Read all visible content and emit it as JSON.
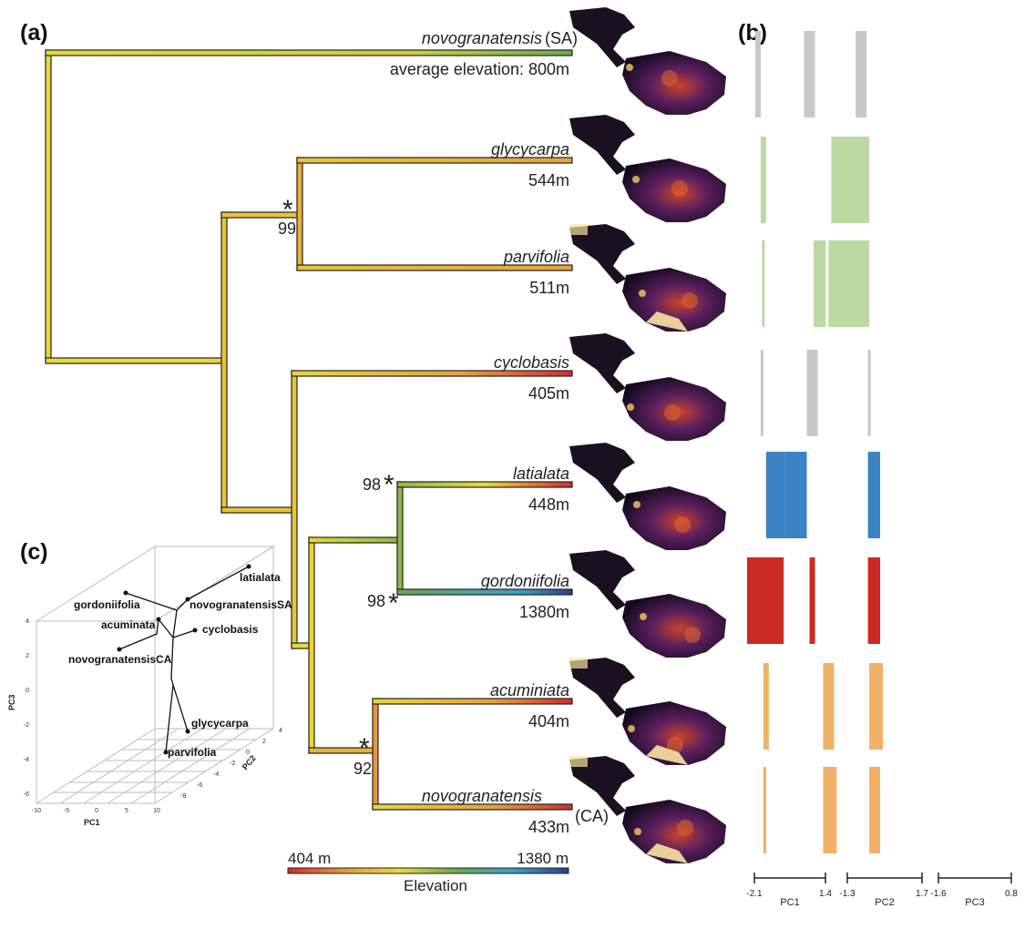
{
  "panels": {
    "a": "(a)",
    "b": "(b)",
    "c": "(c)"
  },
  "tips": [
    {
      "name": "novogranatensis",
      "suffix": "(SA)",
      "elevation": "average elevation: 800m",
      "color": "#6aa84f",
      "bars": {
        "pc1": [
          0.03,
          0.05
        ],
        "pc2": [
          0.21,
          0.25
        ],
        "pc3": [
          0.4,
          0.44
        ]
      },
      "bar_color": "#c8c8c8"
    },
    {
      "name": "glycycarpa",
      "suffix": "",
      "elevation": "544m",
      "color": "#e8a23a",
      "bars": {
        "pc1": [
          0.05,
          0.07
        ],
        "pc2": null,
        "pc3": [
          0.31,
          0.45
        ]
      },
      "bar_color": "#bcd9a3"
    },
    {
      "name": "parvifolia",
      "suffix": "",
      "elevation": "511m",
      "color": "#e8a23a",
      "bars": {
        "pc1": [
          0.055,
          0.065
        ],
        "pc2": [
          0.245,
          0.29
        ],
        "pc3": [
          0.3,
          0.45
        ]
      },
      "bar_color": "#bcd9a3"
    },
    {
      "name": "cyclobasis",
      "suffix": "",
      "elevation": "405m",
      "color": "#d42b2b",
      "bars": {
        "pc1": [
          0.05,
          0.06
        ],
        "pc2": [
          0.22,
          0.26
        ],
        "pc3": [
          0.445,
          0.455
        ]
      },
      "bar_color": "#c8c8c8"
    },
    {
      "name": "latialata",
      "suffix": "",
      "elevation": "448m",
      "color": "#d42b2b",
      "bars": {
        "pc1": [
          0.07,
          0.14
        ],
        "pc2": [
          0.14,
          0.22
        ],
        "pc3": [
          0.445,
          0.49
        ]
      },
      "bar_color": "#3a82c4"
    },
    {
      "name": "gordoniifolia",
      "suffix": "",
      "elevation": "1380m",
      "color": "#2a3e8c",
      "bars": {
        "pc1": [
          0.0,
          0.135
        ],
        "pc2": [
          0.23,
          0.25
        ],
        "pc3": [
          0.445,
          0.49
        ]
      },
      "bar_color": "#cc2a24"
    },
    {
      "name": "acuminiata",
      "suffix": "",
      "elevation": "404m",
      "color": "#d42b2b",
      "bars": {
        "pc1": [
          0.06,
          0.08
        ],
        "pc2": [
          0.28,
          0.32
        ],
        "pc3": [
          0.45,
          0.5
        ]
      },
      "bar_color": "#f2b166"
    },
    {
      "name": "novogranatensis",
      "suffix": "(CA)",
      "elevation": "433m",
      "color": "#d42b2b",
      "bars": {
        "pc1": [
          0.06,
          0.07
        ],
        "pc2": [
          0.28,
          0.33
        ],
        "pc3": [
          0.45,
          0.49
        ]
      },
      "bar_color": "#f2b166"
    }
  ],
  "support": [
    {
      "value": "99",
      "star": "*"
    },
    {
      "value": "98",
      "star": "*"
    },
    {
      "value": "98",
      "star": "*"
    },
    {
      "value": "92",
      "star": "*"
    }
  ],
  "legend": {
    "min": "404 m",
    "max": "1380 m",
    "title": "Elevation",
    "colors": [
      "#d42b2b",
      "#e8a23a",
      "#e8d83a",
      "#6aa84f",
      "#3aa0c8",
      "#2a3e8c"
    ]
  },
  "pc_axes": [
    {
      "name": "PC1",
      "min": "-2.1",
      "max": "1.4"
    },
    {
      "name": "PC2",
      "min": "-1.3",
      "max": "1.7"
    },
    {
      "name": "PC3",
      "min": "-1.6",
      "max": "0.8"
    }
  ],
  "pca": {
    "labels": [
      "latialata",
      "gordoniifolia",
      "novogranatensisSA",
      "acuminata",
      "cyclobasis",
      "novogranatensisCA",
      "glycycarpa",
      "parvifolia"
    ],
    "axis_titles": {
      "x": "PC1",
      "y": "PC2",
      "z": "PC3"
    },
    "z_ticks": [
      "4",
      "2",
      "0",
      "-2",
      "-4",
      "-6"
    ],
    "x_ticks": [
      "-10",
      "-5",
      "0",
      "5",
      "10"
    ],
    "y_ticks": [
      "4",
      "2",
      "0",
      "-2",
      "-4",
      "-6",
      "-8"
    ]
  }
}
